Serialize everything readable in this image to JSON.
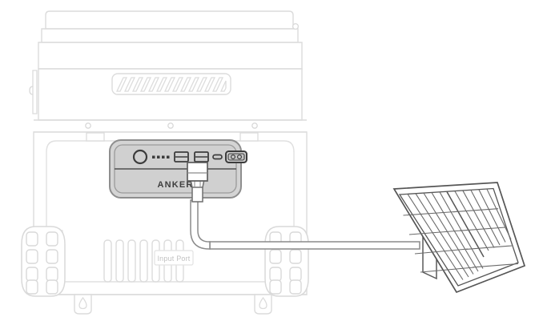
{
  "illustration": {
    "title": "Solar panel connected to portable power station input port",
    "type": "technical-line-drawing",
    "background_color": "#ffffff",
    "line_color_light": "#d9d9d9",
    "line_color_mid": "#b8b8b8",
    "line_color_dark": "#555555",
    "panel_fill": "#d2d2d2",
    "panel_stroke": "#6a6a6a",
    "cable_fill": "#ffffff",
    "cable_stroke": "#6e6e6e"
  },
  "power_station": {
    "name": "portable-power-station",
    "brand_label": "ANKER",
    "input_port_label": "Input Port",
    "lid": {
      "name": "stacked-lid",
      "vent_label": "",
      "latch_count": 1
    },
    "body": {
      "screw_hole_count": 3,
      "foot_count": 2,
      "louver_count": 7
    },
    "wheels": {
      "count": 2,
      "tread_rows": 5
    },
    "control_panel": {
      "name": "control-panel",
      "ports": [
        {
          "name": "power-button",
          "label": "",
          "shape": "circle"
        },
        {
          "name": "battery-level-indicator",
          "label": "",
          "shape": "dots",
          "dot_count": 4
        },
        {
          "name": "usb-a-port-1",
          "label": "",
          "shape": "rect"
        },
        {
          "name": "usb-a-port-2",
          "label": "",
          "shape": "rect"
        },
        {
          "name": "usb-c-port",
          "label": "",
          "shape": "oval"
        },
        {
          "name": "dc-input-port",
          "label": "",
          "shape": "dc-socket"
        }
      ]
    }
  },
  "solar_panel": {
    "name": "foldable-solar-panel",
    "sections": 2,
    "cell_columns_per_section": 6,
    "busbar_rows": 4,
    "kickstand": true
  },
  "cable": {
    "name": "solar-input-cable",
    "connector": "dc-barrel-plug",
    "route": "panel-to-input-port"
  }
}
